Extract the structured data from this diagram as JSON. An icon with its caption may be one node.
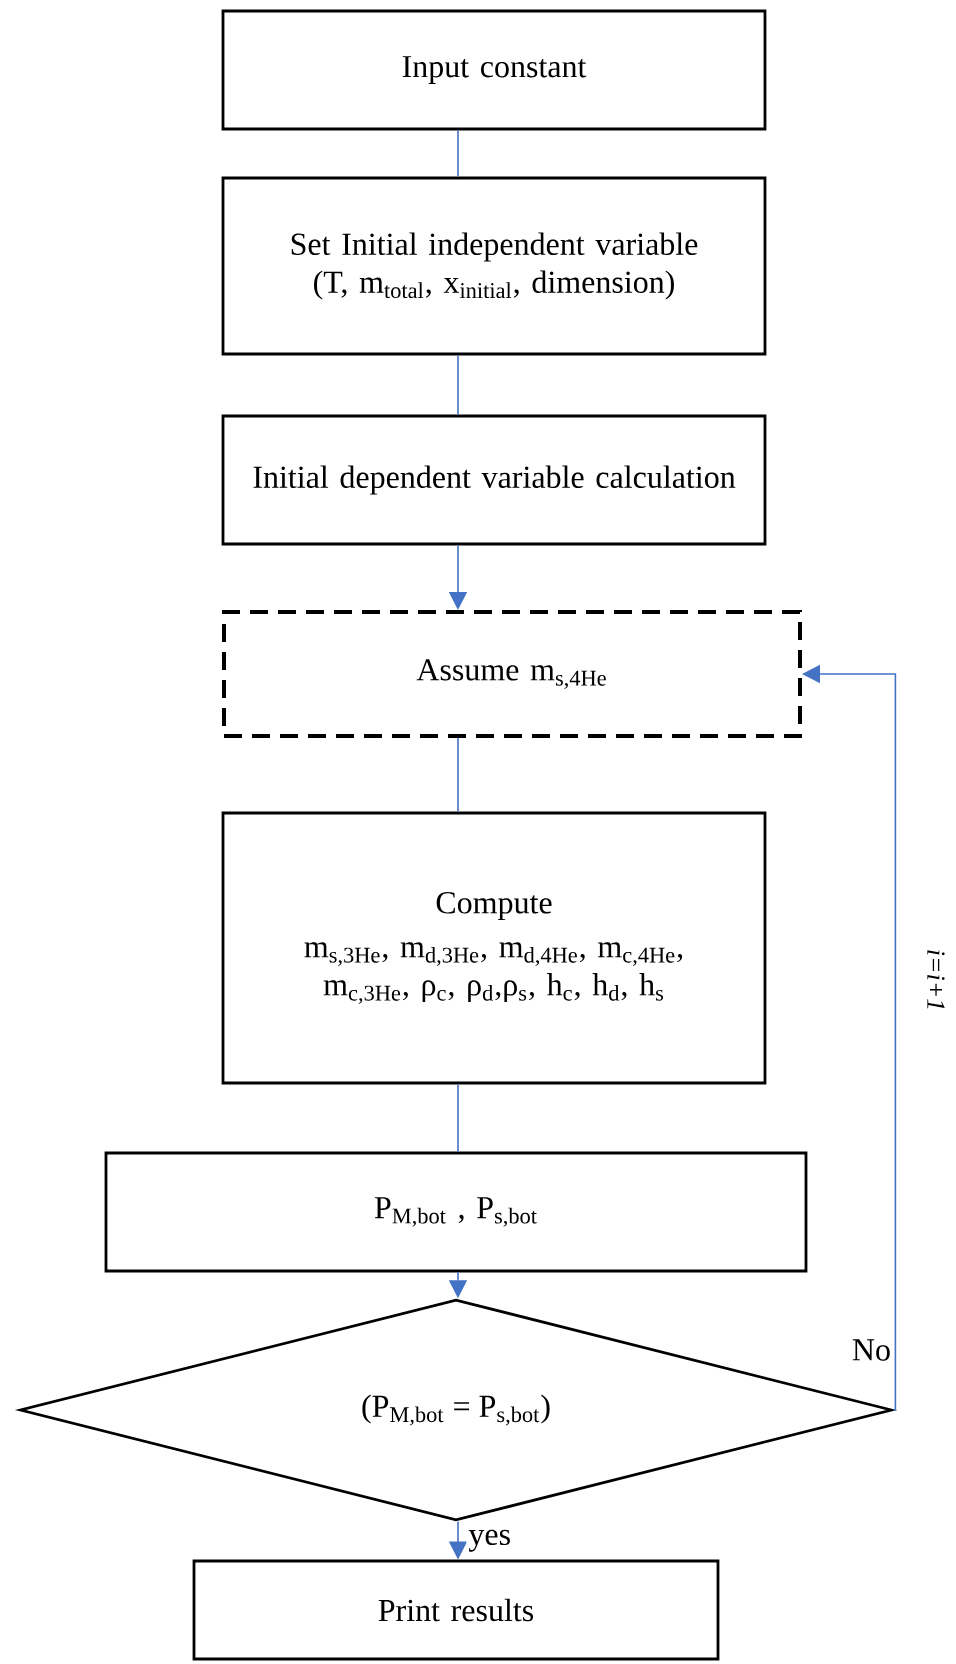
{
  "diagram": {
    "nodes": [
      {
        "text": [
          "Input constant"
        ]
      },
      {
        "text": [
          "Set Initial independent variable (T, m$_{total}$, x$_{initial}$, dimension)"
        ]
      },
      {
        "text": [
          "Initial dependent variable calculation"
        ]
      },
      {
        "text": [
          "Assume m$_{s,4He}$"
        ]
      },
      {
        "text": [
          "Compute",
          "m$_{s,3He}$, m$_{d,3He}$, m$_{d,4He}$, m$_{c,4He}$, m$_{c,3He}$, ρ$_{c}$, ρ$_{d}$,ρ$_{s}$, h$_{c}$, h$_{d}$, h$_{s}$"
        ]
      },
      {
        "text": [
          "P$_{M,bot}$ , P$_{s,bot}$"
        ]
      },
      {
        "text": [
          "(P$_{M,bot}$ = P$_{s,bot}$)"
        ]
      },
      {
        "text": [
          "Print results"
        ]
      }
    ],
    "edges": [
      {
        "from": 0,
        "to": 1,
        "arrow": "none"
      },
      {
        "from": 1,
        "to": 2,
        "arrow": "none"
      },
      {
        "from": 2,
        "to": 3,
        "arrow": "to"
      },
      {
        "from": 3,
        "to": 4,
        "arrow": "none"
      },
      {
        "from": 4,
        "to": 5,
        "arrow": "none"
      },
      {
        "from": 5,
        "to": 6,
        "arrow": "to"
      },
      {
        "from": 6,
        "to": 7,
        "arrow": "to",
        "label": "yes"
      },
      {
        "from": 6,
        "to": 3,
        "arrow": "to",
        "label": "No"
      }
    ],
    "labels": [
      "i=i+1"
    ]
  }
}
